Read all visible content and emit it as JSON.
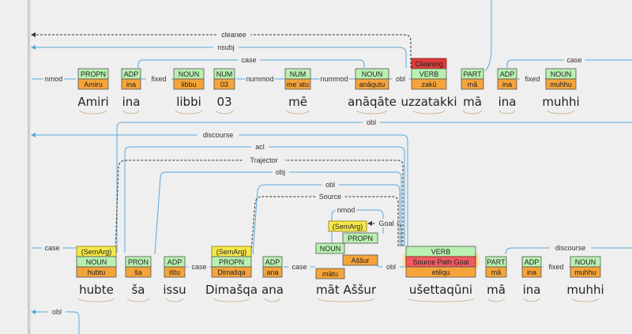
{
  "colors": {
    "pos": "#b8f0b0",
    "lemma": "#f5a43a",
    "semarg": "#f7e84a",
    "frame": "#f25a62",
    "cleaning": "#e33b3b",
    "arc": "#5aa9dc",
    "dashed": "#333333"
  },
  "sentence1": {
    "tokens": [
      {
        "word": "Amiri",
        "pos": "PROPN",
        "lemma": "Amiru"
      },
      {
        "word": "ina",
        "pos": "ADP",
        "lemma": "ina"
      },
      {
        "word": "libbi",
        "pos": "NOUN",
        "lemma": "libbu"
      },
      {
        "word": "03",
        "pos": "NUM",
        "lemma": "03"
      },
      {
        "word": "mē",
        "pos": "NUM",
        "lemma": "meʾatu"
      },
      {
        "word": "anāqāte",
        "pos": "NOUN",
        "lemma": "anāqutu"
      },
      {
        "word": "uzzatakki",
        "pos": "VERB",
        "lemma": "zakû",
        "frame": "Cleaning"
      },
      {
        "word": "mā",
        "pos": "PART",
        "lemma": "mā"
      },
      {
        "word": "ina",
        "pos": "ADP",
        "lemma": "ina"
      },
      {
        "word": "muhhi",
        "pos": "NOUN",
        "lemma": "muhhu"
      }
    ],
    "relations": [
      "cleanee",
      "nsubj",
      "case",
      "nmod",
      "fixed",
      "nummod",
      "nummod",
      "obl",
      "fixed",
      "case"
    ]
  },
  "sentence2": {
    "tokens": [
      {
        "word": "hubte",
        "pos": "NOUN",
        "lemma": "hubtu",
        "semarg": "(SemArg)"
      },
      {
        "word": "ša",
        "pos": "PRON",
        "lemma": "ša"
      },
      {
        "word": "issu",
        "pos": "ADP",
        "lemma": "ištu"
      },
      {
        "word": "Dimašqa",
        "pos": "PROPN",
        "lemma": "Dimašqa",
        "semarg": "(SemArg)"
      },
      {
        "word": "ana",
        "pos": "ADP",
        "lemma": "ana"
      },
      {
        "word": "māt Aššur",
        "pos": "NOUN",
        "lemma": "mātu",
        "extra_pos": "PROPN",
        "extra_lemma": "Aššur",
        "semarg": "(SemArg)"
      },
      {
        "word": "ušettaqūni",
        "pos": "VERB",
        "lemma": "etēqu",
        "frame": "Source Path Goal"
      },
      {
        "word": "mā",
        "pos": "PART",
        "lemma": "mā"
      },
      {
        "word": "ina",
        "pos": "ADP",
        "lemma": "ina"
      },
      {
        "word": "muhhi",
        "pos": "NOUN",
        "lemma": "muhhu"
      }
    ],
    "relations": [
      "obl",
      "discourse",
      "acl",
      "Trajector",
      "obj",
      "obl",
      "Source",
      "nmod",
      "Goal",
      "case",
      "case",
      "case",
      "obl",
      "discourse",
      "fixed",
      "obl"
    ]
  }
}
